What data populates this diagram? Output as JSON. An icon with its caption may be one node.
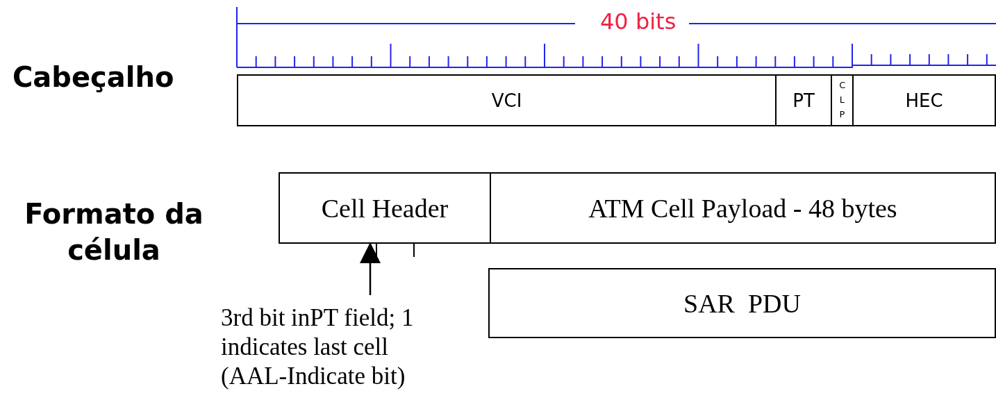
{
  "diagram": {
    "nodes": [
      {
        "text": [
          "VCI"
        ]
      },
      {
        "text": [
          "CLP"
        ]
      },
      {
        "text": [
          "PT"
        ]
      },
      {
        "text": [
          "HEC"
        ]
      },
      {
        "text": [
          "Cell Header"
        ]
      },
      {
        "text": [
          "ATM Cell Payload - 48 bytes"
        ]
      },
      {
        "text": [
          "SAR  PDU"
        ]
      },
      {
        "text": [
          "3rd bit inPT field; 1 indicates last cell (AAL-Indicate bit)"
        ]
      }
    ],
    "edges": [
      {
        "from": 7,
        "to": 4,
        "arrow": "to"
      }
    ],
    "labels": [
      "40 bits",
      "Cabeçalho",
      "Formato da célula"
    ]
  }
}
